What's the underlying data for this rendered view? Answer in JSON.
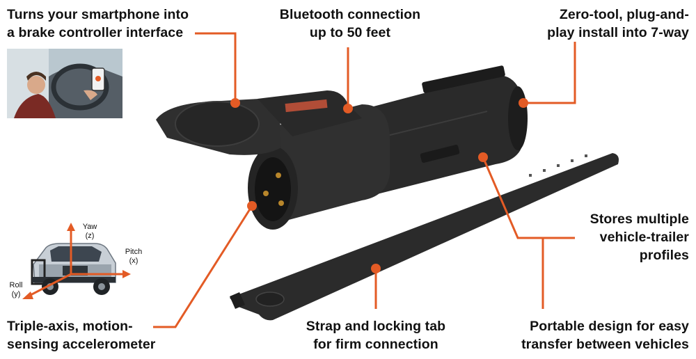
{
  "callouts": {
    "smartphone": [
      "Turns your smartphone into",
      "a brake controller interface"
    ],
    "bluetooth": [
      "Bluetooth connection",
      "up to 50 feet"
    ],
    "install": [
      "Zero-tool, plug-and-",
      "play install into 7-way"
    ],
    "profiles": [
      "Stores multiple",
      "vehicle-trailer",
      "profiles"
    ],
    "accel": [
      "Triple-axis, motion-",
      "sensing accelerometer"
    ],
    "strap": [
      "Strap and locking tab",
      "for firm connection"
    ],
    "portable": [
      "Portable design for easy",
      "transfer between vehicles"
    ]
  },
  "axes": {
    "yaw": [
      "Yaw",
      "(z)"
    ],
    "pitch": [
      "Pitch",
      "(x)"
    ],
    "roll": [
      "Roll",
      "(y)"
    ]
  },
  "colors": {
    "accent": "#e35b25",
    "product": "#2a2a2a",
    "text": "#111111"
  },
  "icons": {
    "phone_photo": "driver-using-smartphone-photo",
    "truck": "pickup-truck-icon",
    "product": "bluetooth-trailer-adapter"
  }
}
